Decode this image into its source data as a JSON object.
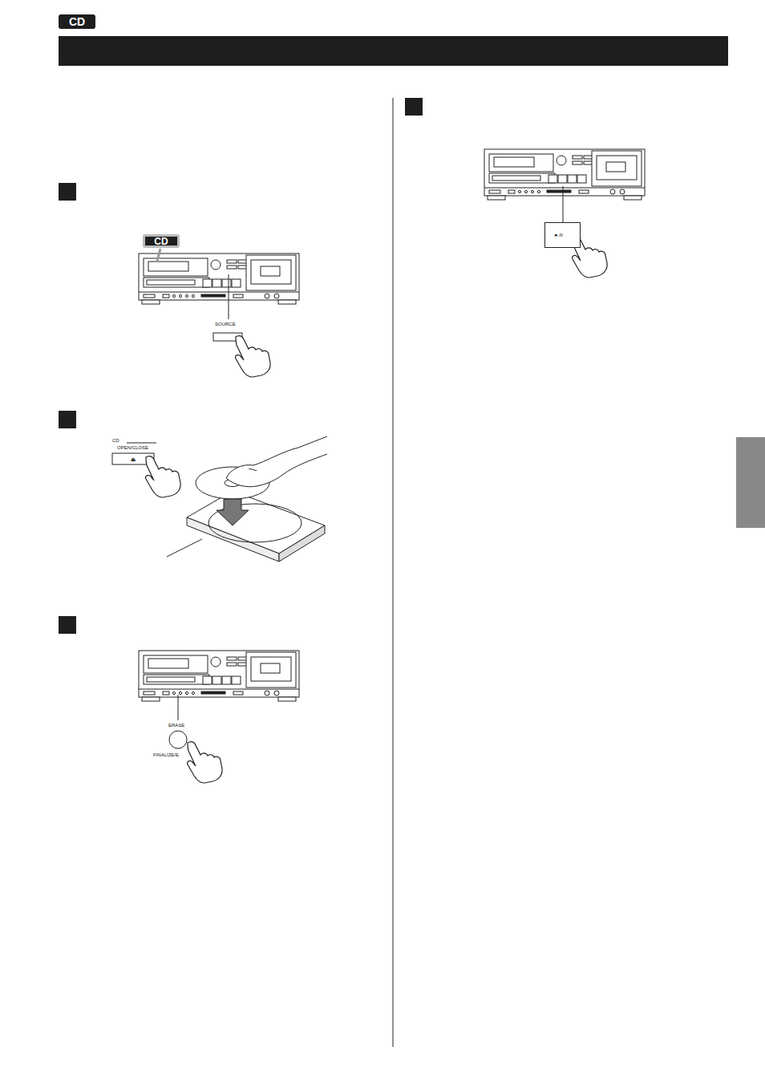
{
  "diagram": {
    "nodes": [
      {
        "text": [
          "CD"
        ]
      },
      {
        "text": [
          "CD"
        ]
      },
      {
        "text": [
          "►/II"
        ]
      }
    ],
    "labels": [
      "SOURCE",
      "CD",
      "OPEN/CLOSE",
      "ERASE",
      "FINALIZE/E"
    ]
  }
}
